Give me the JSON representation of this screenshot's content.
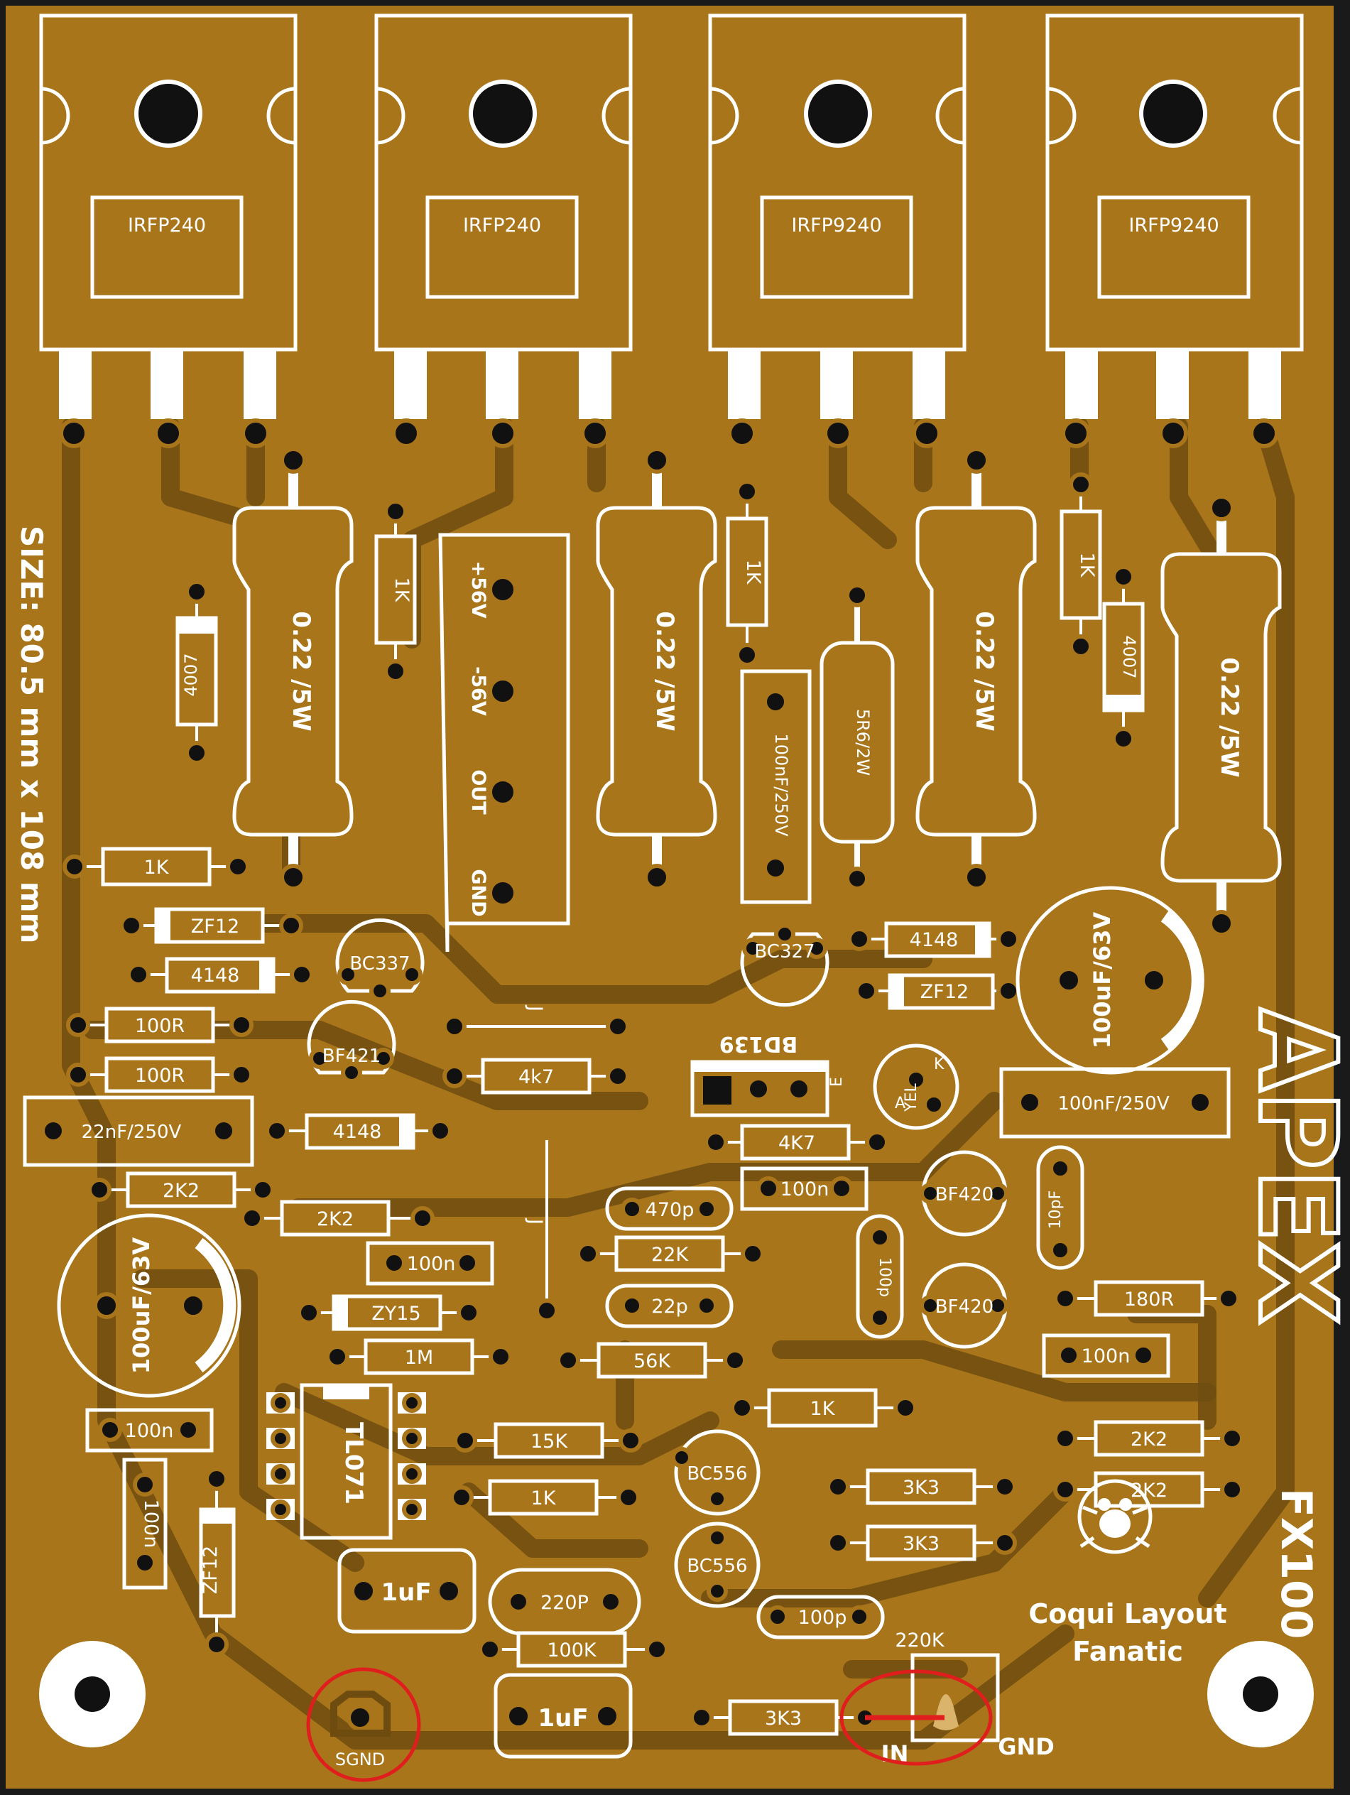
{
  "colors": {
    "board": "#a8751a",
    "trace": "#6e4c10",
    "silk": "#ffffff",
    "pad": "#111111",
    "highlight": "#e01e1e"
  },
  "board": {
    "size_text": "SIZE: 80.5 mm x 108 mm",
    "brand": "APEX",
    "model": "FX100",
    "credit_line1": "Coqui Layout",
    "credit_line2": "Fanatic",
    "frog_icon": "frog-logo-icon"
  },
  "transistors_top": [
    {
      "label": "IRFP240"
    },
    {
      "label": "IRFP240"
    },
    {
      "label": "IRFP9240"
    },
    {
      "label": "IRFP9240"
    }
  ],
  "power_resistors": [
    "0.22 /5W",
    "0.22 /5W",
    "0.22 /5W",
    "0.22 /5W"
  ],
  "terminal": {
    "plus": "+56V",
    "minus": "-56V",
    "out": "OUT",
    "gnd": "GND"
  },
  "parts": {
    "r1k_a": "1K",
    "r1k_b": "1K",
    "r1k_c": "1K",
    "r1k_d": "1K",
    "r1k_e": "1K",
    "r1k_f": "1K",
    "d4007_a": "4007",
    "d4007_b": "4007",
    "cap_100n_250_a": "100nF/250V",
    "cap_100n_250_b": "100nF/250V",
    "r5r6": "5R6/2W",
    "zf12_a": "ZF12",
    "zf12_b": "ZF12",
    "zf12_c": "ZF12",
    "d4148_a": "4148",
    "d4148_b": "4148",
    "d4148_c": "4148",
    "bc337": "BC337",
    "bc327": "BC327",
    "r100r_a": "100R",
    "r100r_b": "100R",
    "bf421": "BF421",
    "cap22n": "22nF/250V",
    "r4k7_a": "4k7",
    "r4k7_b": "4K7",
    "bd139": "BD139",
    "led_a": "A",
    "led_yel": "YEL",
    "led_k": "K",
    "bd_e": "E",
    "jumper_j": "J",
    "r2k2_a": "2K2",
    "r2k2_b": "2K2",
    "r2k2_c": "2K2",
    "r2k2_d": "2K2",
    "c100n_a": "100n",
    "c100n_b": "100n",
    "c100n_c": "100n",
    "c100n_d": "100n",
    "c100n_e": "100n",
    "c470p": "470p",
    "r22k": "22K",
    "c22p": "22p",
    "c100p_a": "100p",
    "c100p_b": "100p",
    "c10pf": "10pF",
    "bf420_a": "BF420",
    "bf420_b": "BF420",
    "r180r": "180R",
    "elec_a": "100uF/63V",
    "elec_b": "100uF/63V",
    "zy15": "ZY15",
    "r1m": "1M",
    "r56k": "56K",
    "tl071": "TL071",
    "r15k": "15K",
    "bc556_a": "BC556",
    "bc556_b": "BC556",
    "r3k3_a": "3K3",
    "r3k3_b": "3K3",
    "r3k3_c": "3K3",
    "c1uf_a": "1uF",
    "c1uf_b": "1uF",
    "c220p": "220P",
    "r100k": "100K",
    "r220k": "220K",
    "sgnd": "SGND",
    "in": "IN",
    "gnd_in": "GND"
  }
}
